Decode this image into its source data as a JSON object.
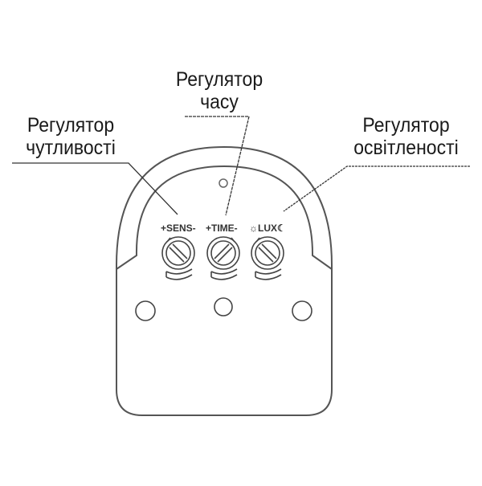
{
  "diagram": {
    "type": "device-front-panel",
    "subject": "PIR motion sensor adjustment panel",
    "colors": {
      "line": "#555555",
      "text": "#1a1a1a",
      "background": "#ffffff"
    }
  },
  "callouts": {
    "sensitivity": {
      "line1": "Регулятор",
      "line2": "чутливості"
    },
    "time": {
      "line1": "Регулятор",
      "line2": "часу"
    },
    "lux": {
      "line1": "Регулятор",
      "line2": "освітленості"
    }
  },
  "panel_markings": {
    "sens": "+SENS-",
    "time": "+TIME-",
    "lux": "☼LUX☾"
  },
  "knobs": [
    {
      "id": "sens",
      "icon": "screw-slot-icon"
    },
    {
      "id": "time",
      "icon": "screw-slot-icon"
    },
    {
      "id": "lux",
      "icon": "screw-slot-icon"
    }
  ],
  "holes": [
    "left-mount-hole",
    "center-hole",
    "right-mount-hole"
  ]
}
